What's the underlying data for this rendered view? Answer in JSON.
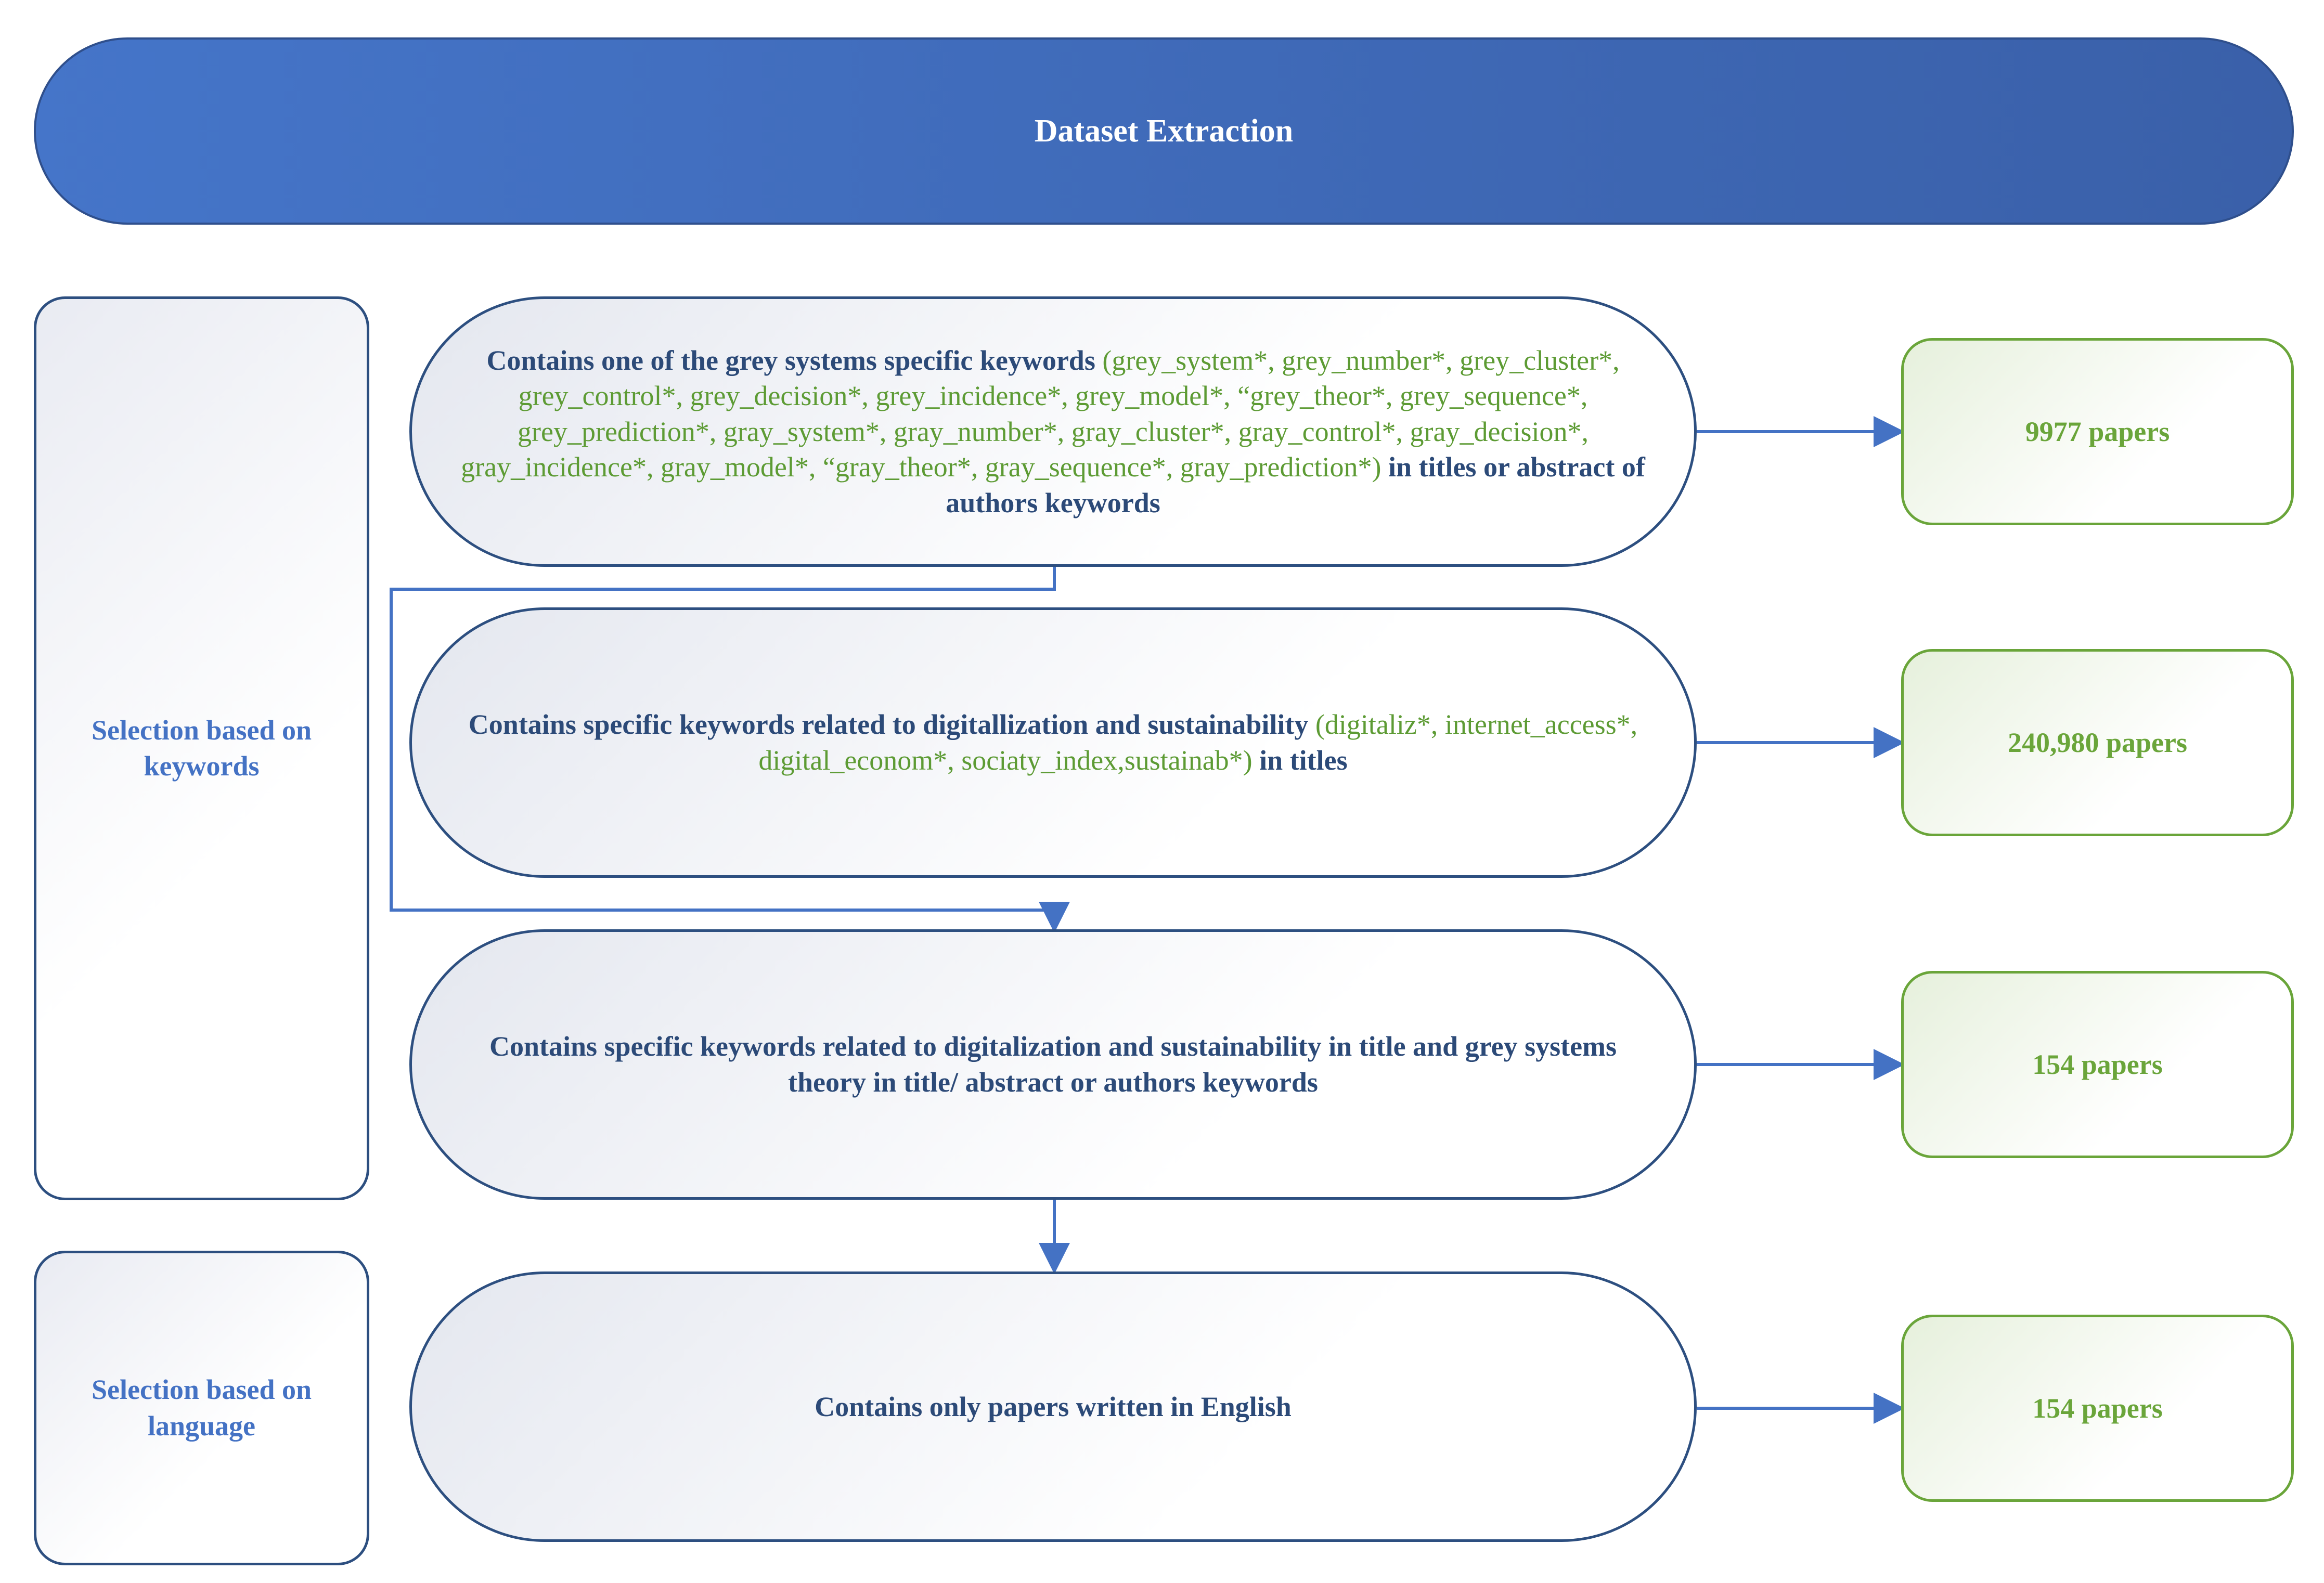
{
  "header": {
    "title": "Dataset Extraction"
  },
  "side_labels": [
    {
      "text": "Selection based on keywords"
    },
    {
      "text": "Selection based on language"
    }
  ],
  "steps": [
    {
      "text_start": "Contains one of the grey systems specific keywords",
      "keywords": " (grey_system*, grey_number*, grey_cluster*, grey_control*, grey_decision*, grey_incidence*, grey_model*, “grey_theor*, grey_sequence*, grey_prediction*, gray_system*, gray_number*, gray_cluster*, gray_control*, gray_decision*, gray_incidence*, gray_model*, “gray_theor*, gray_sequence*, gray_prediction*)",
      "text_end": " in titles or abstract of authors keywords",
      "result": "9977 papers"
    },
    {
      "text_start": "Contains  specific keywords related to digitallization and sustainability",
      "keywords": " (digitaliz*, internet_access*, digital_econom*, sociaty_index,sustainab*)",
      "text_end": " in titles",
      "result": "240,980 papers"
    },
    {
      "text_start": "Contains specific keywords related to digitalization and sustainability in title and grey systems theory in title/ abstract or authors keywords",
      "keywords": "",
      "text_end": "",
      "result": "154 papers"
    },
    {
      "text_start": "Contains only papers written in English",
      "keywords": "",
      "text_end": "",
      "result": "154 papers"
    }
  ],
  "colors": {
    "header_fill": "#4472c4",
    "outline_dark": "#2d4f80",
    "text_dark": "#2c4a78",
    "keyword_green": "#5d9b34",
    "result_green": "#6aa53a",
    "arrow_blue": "#4472c4"
  }
}
